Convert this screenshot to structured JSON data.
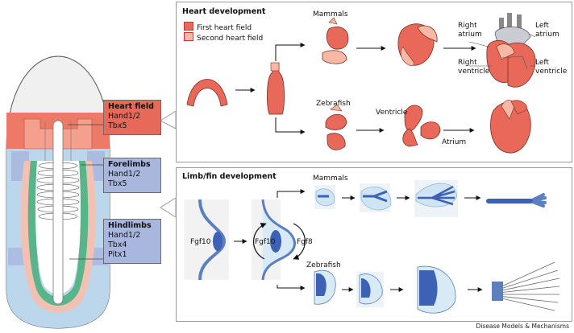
{
  "heart_panel": {
    "title": "Heart development",
    "legend": [
      {
        "label": "First heart field",
        "color": "#e8695a"
      },
      {
        "label": "Second heart field",
        "color": "#f7b8a6"
      }
    ],
    "mammals_label": "Mammals",
    "zebrafish_label": "Zebrafish",
    "right_atrium": "Right\natrium",
    "left_atrium": "Left\natrium",
    "right_ventricle": "Right\nventricle",
    "left_ventricle": "Left\nventricle",
    "ventricle": "Ventricle",
    "atrium": "Atrium"
  },
  "limb_panel": {
    "title": "Limb/fin development",
    "mammals_label": "Mammals",
    "zebrafish_label": "Zebrafish",
    "fgf10_a": "Fgf10",
    "fgf10_b": "Fgf10",
    "fgf8": "Fgf8"
  },
  "gene_boxes": {
    "heart": {
      "title": "Heart field",
      "genes": [
        "Hand1/2",
        "Tbx5"
      ],
      "color": "#e8695a"
    },
    "forelimbs": {
      "title": "Forelimbs",
      "genes": [
        "Hand1/2",
        "Tbx5"
      ],
      "color": "#a9b7de"
    },
    "hindlimbs": {
      "title": "Hindlimbs",
      "genes": [
        "Hand1/2",
        "Tbx4",
        "Pitx1"
      ],
      "color": "#a9b7de"
    }
  },
  "credit": "Disease Models & Mechanisms"
}
